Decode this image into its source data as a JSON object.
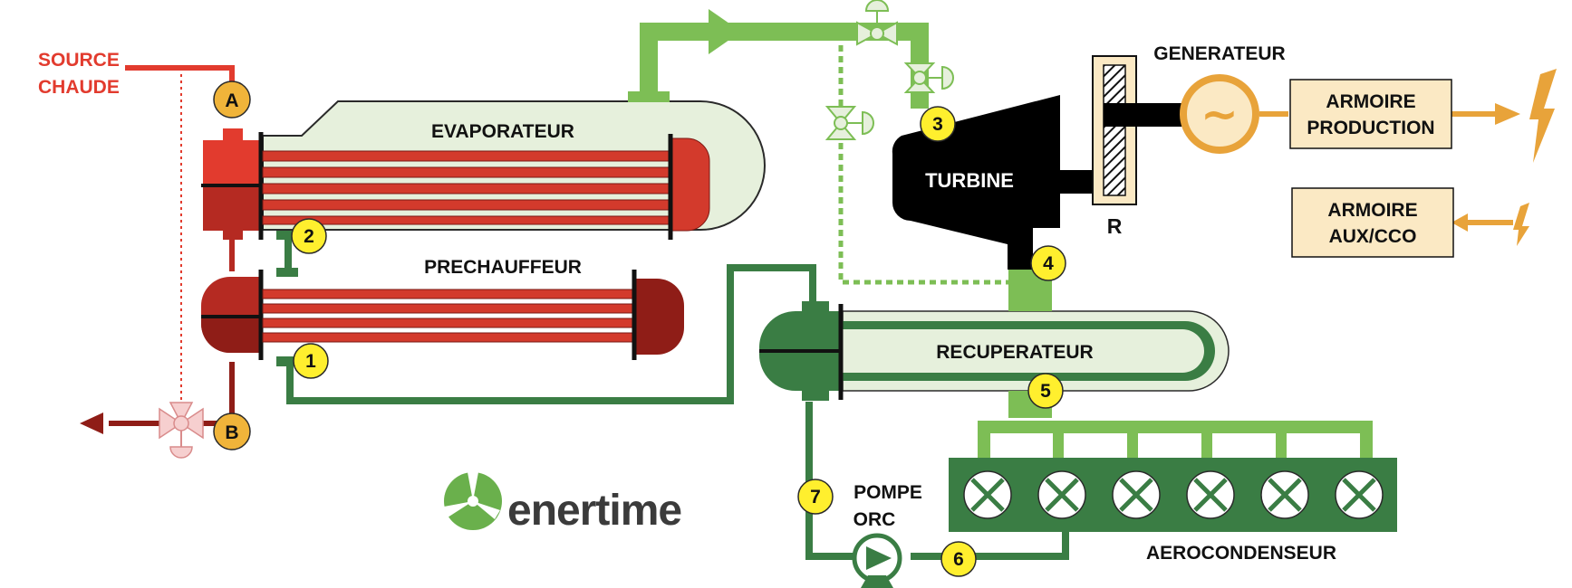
{
  "source": {
    "line1": "SOURCE",
    "line2": "CHAUDE"
  },
  "equipment": {
    "evaporator": "EVAPORATEUR",
    "preheater": "PRECHAUFFEUR",
    "turbine": "TURBINE",
    "recuperator": "RECUPERATEUR",
    "generator": "GENERATEUR",
    "reducer": "R",
    "pump_line1": "POMPE",
    "pump_line2": "ORC",
    "condenser": "AEROCONDENSEUR"
  },
  "cabinets": {
    "production": {
      "line1": "ARMOIRE",
      "line2": "PRODUCTION"
    },
    "aux": {
      "line1": "ARMOIRE",
      "line2": "AUX/CCO"
    }
  },
  "points": {
    "p1": "1",
    "p2": "2",
    "p3": "3",
    "p4": "4",
    "p5": "5",
    "p6": "6",
    "p7": "7",
    "pA": "A",
    "pB": "B"
  },
  "logo": {
    "text": "enertime"
  },
  "colors": {
    "hot_red": "#e23b2e",
    "dark_red": "#8f1d17",
    "vapor_green": "#7dbe55",
    "liquid_green": "#3a7d44",
    "shell_fill": "#e6f0dc",
    "electric_orange": "#e8a33a",
    "cabinet_fill": "#fbe9c4"
  }
}
